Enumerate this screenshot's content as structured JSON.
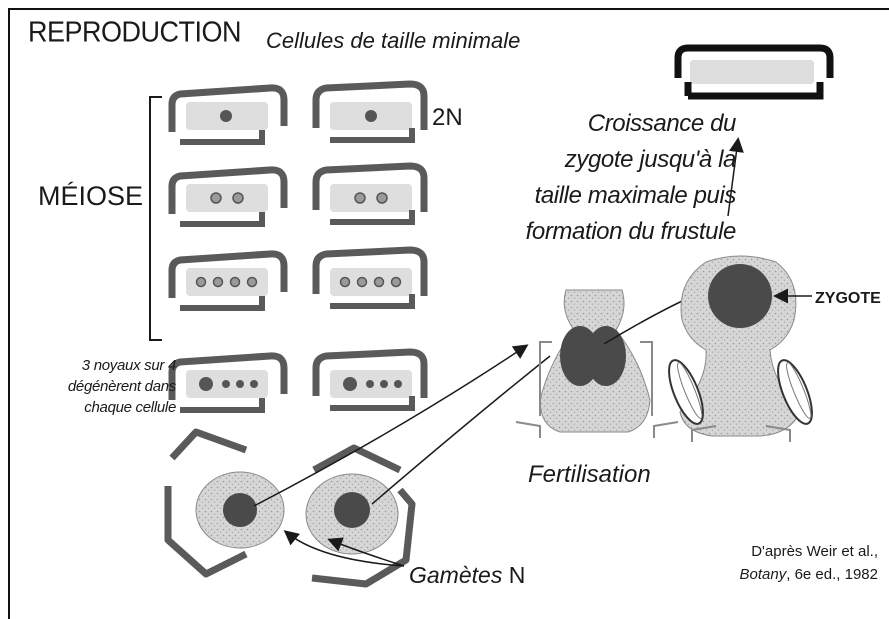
{
  "title": "REPRODUCTION",
  "subtitle": "Cellules de taille minimale",
  "ploidy_label": "2N",
  "meiosis_label": "MÉIOSE",
  "degeneration_note": {
    "lines": [
      "3 noyaux sur 4",
      "dégénèrent dans",
      "chaque cellule"
    ]
  },
  "growth_note": {
    "lines": [
      "Croissance du",
      "zygote jusqu'à la",
      "taille maximale puis",
      "formation du frustule"
    ]
  },
  "zygote_label": "ZYGOTE",
  "fertilisation_label": "Fertilisation",
  "gametes_label": {
    "word": "Gamètes",
    "ploidy": "N"
  },
  "credit": {
    "line1": "D'après Weir et al.,",
    "book": "Botany",
    "line2_rest": ", 6e ed., 1982"
  },
  "colors": {
    "frustule": "#5a5a5a",
    "cell": "#dedede",
    "nucleus": "#555555",
    "zygote": "#4a4a4a",
    "cytoplasm": "#cfcfcf",
    "ink": "#1a1a1a"
  }
}
